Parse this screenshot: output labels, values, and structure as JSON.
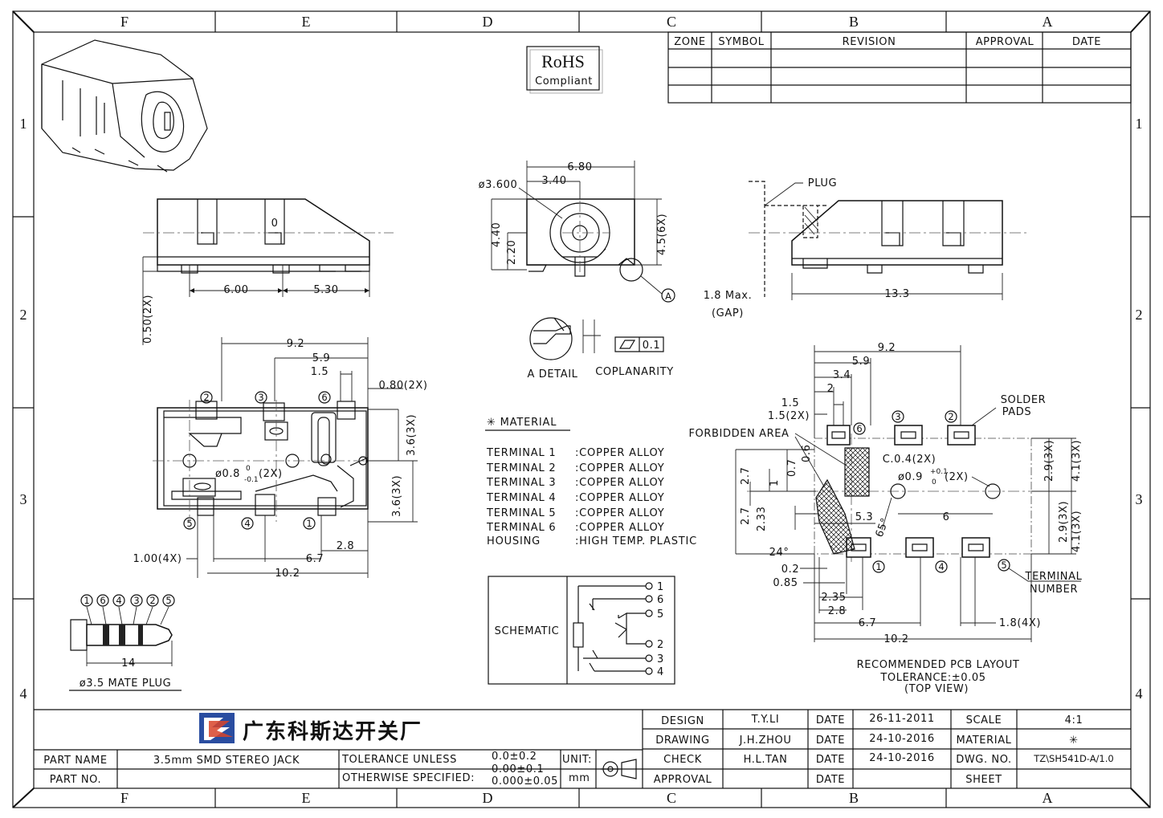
{
  "zones_columns": [
    "F",
    "E",
    "D",
    "C",
    "B",
    "A"
  ],
  "zones_rows": [
    "1",
    "2",
    "3",
    "4"
  ],
  "rohs": {
    "line1": "RoHS",
    "line2": "Compliant"
  },
  "revision_table": {
    "headers": [
      "ZONE",
      "SYMBOL",
      "REVISION",
      "APPROVAL",
      "DATE"
    ]
  },
  "front_view": {
    "dim_600": "6.00",
    "dim_530": "5.30",
    "dim_050": "0.50(2X)",
    "slot_label": "0"
  },
  "side_view": {
    "d_680": "6.80",
    "d_340": "3.40",
    "d_3600": "ø3.600",
    "d_440": "4.40",
    "d_220": "2.20",
    "d_45": "4.5(6X)",
    "detail_mark": "A"
  },
  "right_view": {
    "plug": "PLUG",
    "gap1": "1.8 Max.",
    "gap2": "(GAP)",
    "d_133": "13.3"
  },
  "detail": {
    "caption1": "A DETAIL",
    "caption2": "COPLANARITY",
    "tol": "0.1"
  },
  "top_view": {
    "d_92": "9.2",
    "d_59": "5.9",
    "d_15": "1.5",
    "d_080": "0.80(2X)",
    "d_36a": "3.6(3X)",
    "d_36b": "3.6(3X)",
    "hole": "ø0.8",
    "hole_tol_up": "0",
    "hole_tol_dn": "-0.1",
    "hole_cnt": "(2X)",
    "d_100": "1.00(4X)",
    "d_67": "6.7",
    "d_28": "2.8",
    "d_102": "10.2",
    "pins": [
      "2",
      "3",
      "6",
      "5",
      "4",
      "1"
    ]
  },
  "plug": {
    "pins": [
      "1",
      "6",
      "4",
      "3",
      "2",
      "5"
    ],
    "d_14": "14",
    "caption": "ø3.5 MATE PLUG"
  },
  "material": {
    "title": "✳ MATERIAL",
    "rows": [
      [
        "TERMINAL 1",
        ":COPPER ALLOY"
      ],
      [
        "TERMINAL 2",
        ":COPPER ALLOY"
      ],
      [
        "TERMINAL 3",
        ":COPPER ALLOY"
      ],
      [
        "TERMINAL 4",
        ":COPPER ALLOY"
      ],
      [
        "TERMINAL 5",
        ":COPPER ALLOY"
      ],
      [
        "TERMINAL 6",
        ":COPPER ALLOY"
      ],
      [
        "HOUSING",
        ":HIGH TEMP. PLASTIC"
      ]
    ]
  },
  "schematic": {
    "label": "SCHEMATIC",
    "pins": [
      "1",
      "6",
      "5",
      "2",
      "3",
      "4"
    ]
  },
  "pcb": {
    "d_92": "9.2",
    "d_59": "5.9",
    "d_34": "3.4",
    "d_2": "2",
    "d_15": "1.5",
    "d_152": "1.5(2X)",
    "solder1": "SOLDER",
    "solder2": "PADS",
    "forbidden": "FORBIDDEN AREA",
    "c04": "C.0.4(2X)",
    "hole": "ø0.9",
    "hole_up": "+0.1",
    "hole_dn": "0",
    "hole_cnt": "(2X)",
    "d_06": "0.6",
    "d_07": "0.7",
    "d_27a": "2.7",
    "d_27b": "2.7",
    "d_1": "1",
    "d_233": "2.33",
    "d_53": "5.3",
    "d_6": "6",
    "d_65": "65°",
    "d_29a": "2.9(3X)",
    "d_29b": "2.9(3X)",
    "d_41a": "4.1(3X)",
    "d_41b": "4.1(3X)",
    "d_24": "24°",
    "d_02": "0.2",
    "d_085": "0.85",
    "d_235": "2.35",
    "d_28": "2.8",
    "d_67": "6.7",
    "d_102": "10.2",
    "d_18": "1.8(4X)",
    "term1": "TERMINAL",
    "term2": "NUMBER",
    "pins": [
      "6",
      "3",
      "2",
      "1",
      "4",
      "5"
    ],
    "cap1": "RECOMMENDED PCB LAYOUT",
    "cap2": "TOLERANCE:±0.05",
    "cap3": "(TOP VIEW)"
  },
  "title_block": {
    "company": "广东科斯达开关厂",
    "part_name_label": "PART NAME",
    "part_name": "3.5mm SMD STEREO JACK",
    "part_no_label": "PART NO.",
    "tol1": "TOLERANCE UNLESS",
    "tol2": "OTHERWISE SPECIFIED:",
    "tol_a": "0.0±0.2",
    "tol_b": "0.00±0.1",
    "tol_c": "0.000±0.05",
    "unit_label": "UNIT:",
    "unit": "mm",
    "design_label": "DESIGN",
    "design": "T.Y.LI",
    "drawing_label": "DRAWING",
    "drawing": "J.H.ZHOU",
    "check_label": "CHECK",
    "check": "H.L.TAN",
    "approval_label": "APPROVAL",
    "date_label": "DATE",
    "date1": "26-11-2011",
    "date2": "24-10-2016",
    "date3": "24-10-2016",
    "scale_label": "SCALE",
    "scale": "4:1",
    "material_label": "MATERIAL",
    "material": "✳",
    "dwg_label": "DWG. NO.",
    "dwg": "TZ\\SH541D-A/1.0",
    "sheet_label": "SHEET"
  }
}
